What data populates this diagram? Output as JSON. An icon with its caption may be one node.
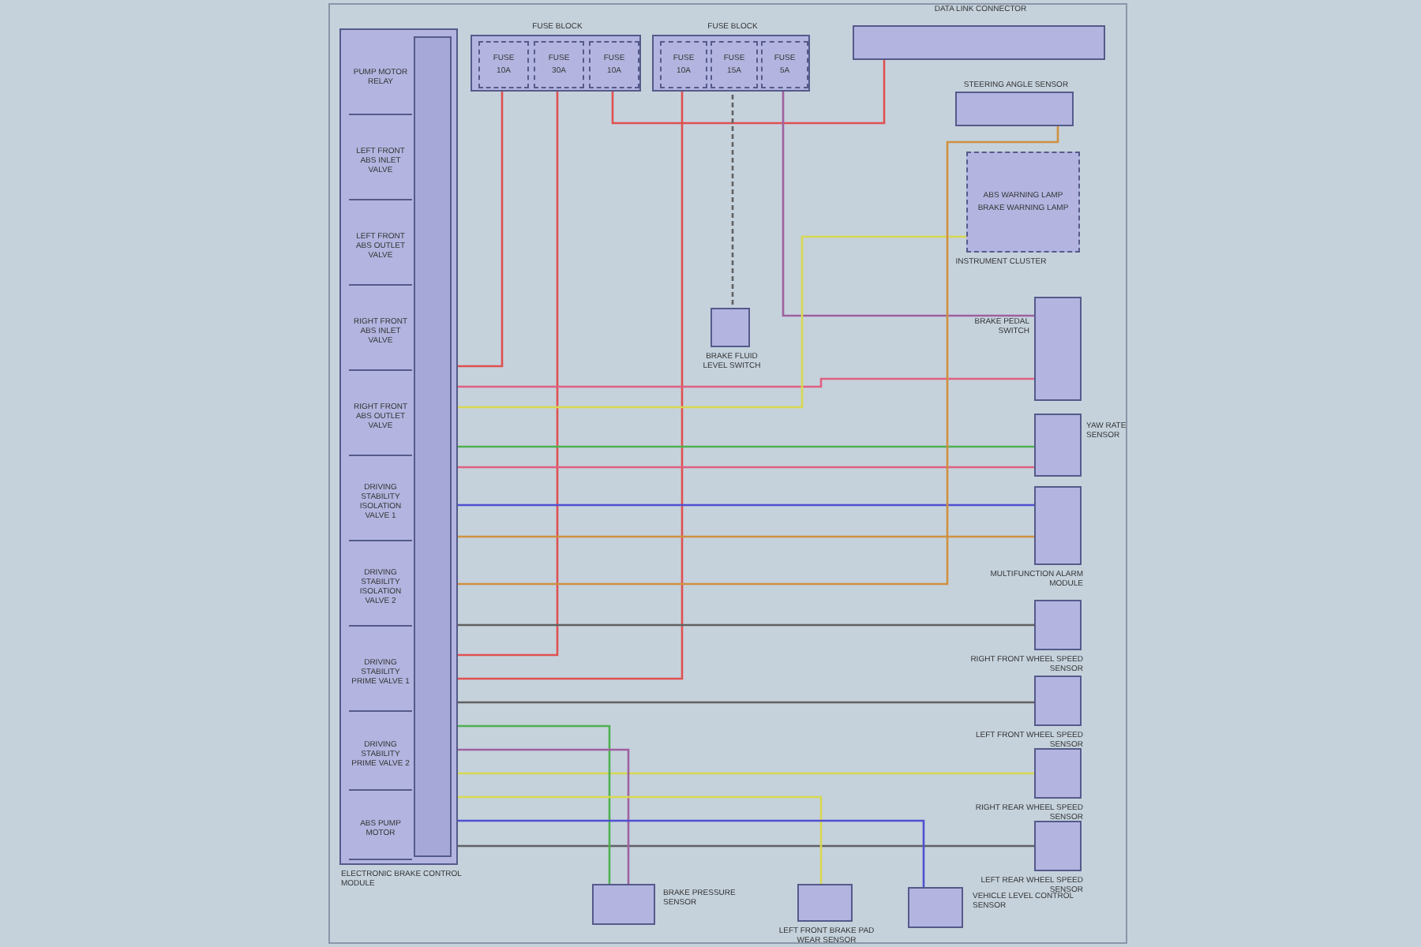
{
  "diagram": {
    "nodes": [
      {
        "text": [],
        "shape": "box",
        "beside": [
          "ELECTRONIC BRAKE CONTROL MODULE"
        ]
      },
      {
        "text": [
          "PUMP MOTOR RELAY"
        ],
        "in": 0
      },
      {
        "text": [
          "LEFT FRONT ABS INLET VALVE"
        ],
        "in": 0
      },
      {
        "text": [
          "LEFT FRONT ABS OUTLET VALVE"
        ],
        "in": 0
      },
      {
        "text": [
          "RIGHT FRONT ABS INLET VALVE"
        ],
        "in": 0
      },
      {
        "text": [
          "RIGHT FRONT ABS OUTLET VALVE"
        ],
        "in": 0
      },
      {
        "text": [
          "DRIVING STABILITY ISOLATION VALVE 1"
        ],
        "in": 0
      },
      {
        "text": [
          "DRIVING STABILITY ISOLATION VALVE 2"
        ],
        "in": 0
      },
      {
        "text": [
          "DRIVING STABILITY PRIME VALVE 1"
        ],
        "in": 0
      },
      {
        "text": [
          "DRIVING STABILITY PRIME VALVE 2"
        ],
        "in": 0
      },
      {
        "text": [
          "ABS PUMP MOTOR"
        ],
        "in": 0
      },
      {
        "text": [],
        "shape": "box",
        "beside": [
          "FUSE BLOCK"
        ]
      },
      {
        "text": [
          "FUSE",
          "10A"
        ],
        "in": 11
      },
      {
        "text": [
          "FUSE",
          "30A"
        ],
        "in": 11
      },
      {
        "text": [
          "FUSE",
          "10A"
        ],
        "in": 11
      },
      {
        "text": [],
        "shape": "box",
        "beside": [
          "FUSE BLOCK"
        ]
      },
      {
        "text": [
          "FUSE",
          "10A"
        ],
        "in": 15
      },
      {
        "text": [
          "FUSE",
          "15A"
        ],
        "in": 15
      },
      {
        "text": [
          "FUSE",
          "5A"
        ],
        "in": 15
      },
      {
        "text": [],
        "shape": "box",
        "beside": [
          "DATA LINK CONNECTOR"
        ]
      },
      {
        "text": [],
        "shape": "box",
        "beside": [
          "STEERING ANGLE SENSOR"
        ]
      },
      {
        "text": [
          "ABS WARNING LAMP",
          "BRAKE WARNING LAMP"
        ],
        "beside": [
          "INSTRUMENT CLUSTER"
        ]
      },
      {
        "text": [],
        "shape": "box",
        "beside": [
          "BRAKE PEDAL SWITCH"
        ]
      },
      {
        "text": [],
        "shape": "box",
        "beside": [
          "YAW RATE SENSOR"
        ]
      },
      {
        "text": [],
        "shape": "box",
        "beside": [
          "MULTIFUNCTION ALARM MODULE"
        ]
      },
      {
        "text": [],
        "shape": "box",
        "beside": [
          "RIGHT FRONT WHEEL SPEED SENSOR"
        ]
      },
      {
        "text": [],
        "shape": "box",
        "beside": [
          "LEFT FRONT WHEEL SPEED SENSOR"
        ]
      },
      {
        "text": [],
        "shape": "box",
        "beside": [
          "RIGHT REAR WHEEL SPEED SENSOR"
        ]
      },
      {
        "text": [],
        "shape": "box",
        "beside": [
          "LEFT REAR WHEEL SPEED SENSOR"
        ]
      },
      {
        "text": [],
        "shape": "box",
        "beside": [
          "BRAKE FLUID LEVEL SWITCH"
        ]
      },
      {
        "text": [],
        "shape": "box",
        "beside": [
          "BRAKE PRESSURE SENSOR"
        ]
      },
      {
        "text": [],
        "shape": "box",
        "beside": [
          "LEFT FRONT BRAKE PAD WEAR SENSOR"
        ]
      },
      {
        "text": [],
        "shape": "box",
        "beside": [
          "VEHICLE LEVEL CONTROL SENSOR"
        ]
      }
    ],
    "edges": [
      {
        "from": 12,
        "to": 0,
        "arrow": "none",
        "color": "#e05050"
      },
      {
        "from": 13,
        "to": 0,
        "arrow": "none",
        "color": "#e05050"
      },
      {
        "from": 14,
        "to": 19,
        "arrow": "none",
        "color": "#e05050"
      },
      {
        "from": 16,
        "to": 0,
        "arrow": "none",
        "color": "#e05050"
      },
      {
        "from": 17,
        "to": 29,
        "arrow": "none",
        "style": "dashed",
        "color": "#606060"
      },
      {
        "from": 18,
        "to": 22,
        "arrow": "none",
        "color": "#a060a0"
      },
      {
        "from": 0,
        "to": 22,
        "arrow": "none",
        "color": "#e06080"
      },
      {
        "from": 0,
        "to": 23,
        "arrow": "none",
        "color": "#50b050"
      },
      {
        "from": 0,
        "to": 23,
        "arrow": "none",
        "color": "#e06080"
      },
      {
        "from": 0,
        "to": 24,
        "arrow": "none",
        "color": "#5050d0"
      },
      {
        "from": 0,
        "to": 24,
        "arrow": "none",
        "color": "#d09040"
      },
      {
        "from": 0,
        "to": 25,
        "arrow": "none",
        "color": "#606060"
      },
      {
        "from": 0,
        "to": 26,
        "arrow": "none",
        "color": "#606060"
      },
      {
        "from": 0,
        "to": 27,
        "arrow": "none",
        "color": "#d8d850"
      },
      {
        "from": 0,
        "to": 28,
        "arrow": "none",
        "color": "#606060"
      },
      {
        "from": 0,
        "to": 21,
        "arrow": "none",
        "color": "#d8d850"
      },
      {
        "from": 0,
        "to": 30,
        "arrow": "none",
        "color": "#50b050"
      },
      {
        "from": 0,
        "to": 30,
        "arrow": "none",
        "color": "#a060a0"
      },
      {
        "from": 0,
        "to": 31,
        "arrow": "none",
        "color": "#d8d850"
      },
      {
        "from": 0,
        "to": 32,
        "arrow": "none",
        "color": "#5050d0"
      },
      {
        "from": 20,
        "to": 0,
        "arrow": "none",
        "color": "#d09040"
      }
    ]
  }
}
